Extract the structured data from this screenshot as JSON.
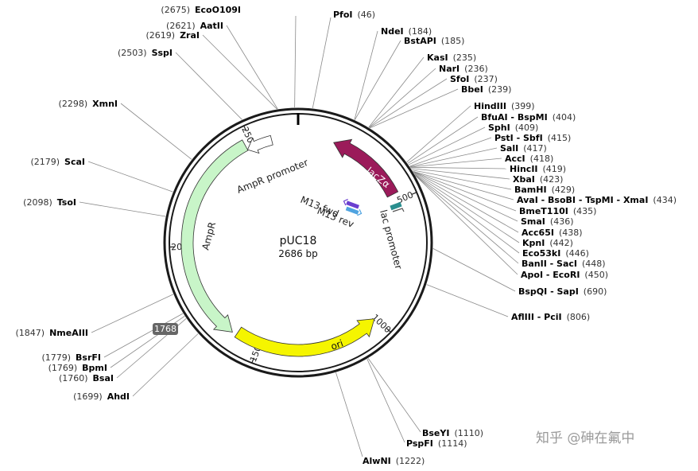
{
  "plasmid": {
    "name": "pUC18",
    "size_label": "2686 bp",
    "length": 2686
  },
  "cursor_marker": "1768",
  "watermark": "知乎 @砷在氟中",
  "ticks": [
    {
      "pos": 500,
      "label": "500"
    },
    {
      "pos": 1000,
      "label": "1000"
    },
    {
      "pos": 1500,
      "label": "1500"
    },
    {
      "pos": 2000,
      "label": "2000"
    },
    {
      "pos": 2500,
      "label": "2500"
    }
  ],
  "features": [
    {
      "id": "lacza",
      "label": "lacZα",
      "start": 146,
      "end": 470,
      "strand": -1,
      "color": "#9b1b5a",
      "kind": "arrow"
    },
    {
      "id": "lac-promoter",
      "label": "lac promoter",
      "start": 470,
      "end": 501,
      "strand": 1,
      "color": "#2a8f8f",
      "kind": "promoter"
    },
    {
      "id": "ori",
      "label": "ori",
      "start": 1007,
      "end": 1596,
      "strand": -1,
      "color": "#f5f500",
      "kind": "arrow"
    },
    {
      "id": "ampr",
      "label": "AmpR",
      "start": 1614,
      "end": 2473,
      "strand": -1,
      "color": "#c8f5c8",
      "kind": "arrow"
    },
    {
      "id": "ampr-promoter",
      "label": "AmpR promoter",
      "start": 2473,
      "end": 2578,
      "strand": -1,
      "color": "#ffffff",
      "kind": "arrow"
    }
  ],
  "primers": [
    {
      "id": "m13-fwd",
      "label": "M13 fwd"
    },
    {
      "id": "m13-rev",
      "label": "M13 rev"
    }
  ],
  "sites": [
    {
      "name": "PfoI",
      "pos": 46,
      "pos_label": "(46)"
    },
    {
      "name": "NdeI",
      "pos": 184,
      "pos_label": "(184)"
    },
    {
      "name": "BstAPI",
      "pos": 185,
      "pos_label": "(185)"
    },
    {
      "name": "KasI",
      "pos": 235,
      "pos_label": "(235)"
    },
    {
      "name": "NarI",
      "pos": 236,
      "pos_label": "(236)"
    },
    {
      "name": "SfoI",
      "pos": 237,
      "pos_label": "(237)"
    },
    {
      "name": "BbeI",
      "pos": 239,
      "pos_label": "(239)"
    },
    {
      "name": "HindIII",
      "pos": 399,
      "pos_label": "(399)"
    },
    {
      "name": "BfuAI - BspMI",
      "pos": 404,
      "pos_label": "(404)"
    },
    {
      "name": "SphI",
      "pos": 409,
      "pos_label": "(409)"
    },
    {
      "name": "PstI - SbfI",
      "pos": 415,
      "pos_label": "(415)"
    },
    {
      "name": "SalI",
      "pos": 417,
      "pos_label": "(417)"
    },
    {
      "name": "AccI",
      "pos": 418,
      "pos_label": "(418)"
    },
    {
      "name": "HincII",
      "pos": 419,
      "pos_label": "(419)"
    },
    {
      "name": "XbaI",
      "pos": 423,
      "pos_label": "(423)"
    },
    {
      "name": "BamHI",
      "pos": 429,
      "pos_label": "(429)"
    },
    {
      "name": "AvaI - BsoBI - TspMI - XmaI",
      "pos": 434,
      "pos_label": "(434)"
    },
    {
      "name": "BmeT110I",
      "pos": 435,
      "pos_label": "(435)"
    },
    {
      "name": "SmaI",
      "pos": 436,
      "pos_label": "(436)"
    },
    {
      "name": "Acc65I",
      "pos": 438,
      "pos_label": "(438)"
    },
    {
      "name": "KpnI",
      "pos": 442,
      "pos_label": "(442)"
    },
    {
      "name": "Eco53kI",
      "pos": 446,
      "pos_label": "(446)"
    },
    {
      "name": "BanII - SacI",
      "pos": 448,
      "pos_label": "(448)"
    },
    {
      "name": "ApoI - EcoRI",
      "pos": 450,
      "pos_label": "(450)"
    },
    {
      "name": "BspQI - SapI",
      "pos": 690,
      "pos_label": "(690)"
    },
    {
      "name": "AflIII - PciI",
      "pos": 806,
      "pos_label": "(806)"
    },
    {
      "name": "BseYI",
      "pos": 1110,
      "pos_label": "(1110)"
    },
    {
      "name": "PspFI",
      "pos": 1114,
      "pos_label": "(1114)"
    },
    {
      "name": "AlwNI",
      "pos": 1222,
      "pos_label": "(1222)"
    },
    {
      "name": "AhdI",
      "pos": 1699,
      "pos_label": "(1699)"
    },
    {
      "name": "BsaI",
      "pos": 1760,
      "pos_label": "(1760)"
    },
    {
      "name": "BpmI",
      "pos": 1769,
      "pos_label": "(1769)"
    },
    {
      "name": "BsrFI",
      "pos": 1779,
      "pos_label": "(1779)"
    },
    {
      "name": "NmeAIII",
      "pos": 1847,
      "pos_label": "(1847)"
    },
    {
      "name": "TsoI",
      "pos": 2098,
      "pos_label": "(2098)"
    },
    {
      "name": "ScaI",
      "pos": 2179,
      "pos_label": "(2179)"
    },
    {
      "name": "XmnI",
      "pos": 2298,
      "pos_label": "(2298)"
    },
    {
      "name": "SspI",
      "pos": 2503,
      "pos_label": "(2503)"
    },
    {
      "name": "ZraI",
      "pos": 2619,
      "pos_label": "(2619)"
    },
    {
      "name": "AatII",
      "pos": 2621,
      "pos_label": "(2621)"
    },
    {
      "name": "EcoO109I",
      "pos": 2675,
      "pos_label": "(2675)"
    }
  ]
}
